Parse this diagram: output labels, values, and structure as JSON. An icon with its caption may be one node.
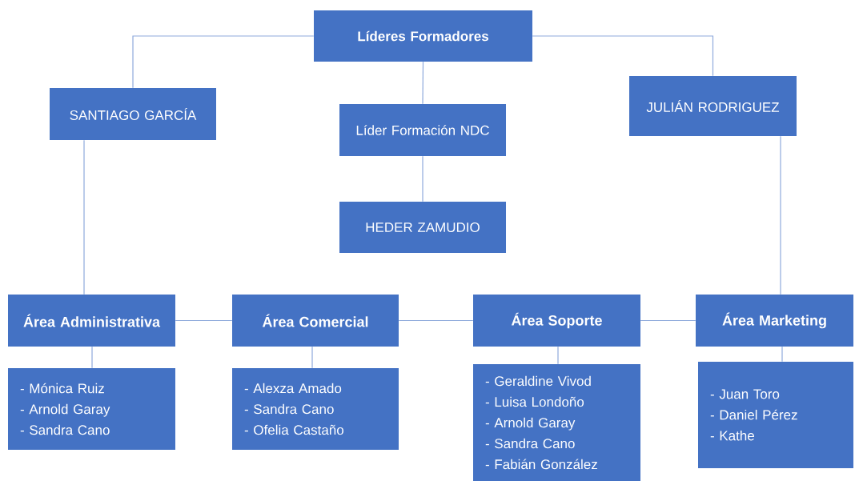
{
  "diagram": {
    "nodes": [
      {
        "text": [
          "Líderes Formadores"
        ]
      },
      {
        "text": [
          "SANTIAGO GARCÍA"
        ]
      },
      {
        "text": [
          "Líder Formación NDC"
        ]
      },
      {
        "text": [
          "JULIÁN RODRIGUEZ"
        ]
      },
      {
        "text": [
          "HEDER ZAMUDIO"
        ]
      },
      {
        "text": [
          "Área Administrativa"
        ]
      },
      {
        "text": [
          "Área Comercial"
        ]
      },
      {
        "text": [
          "Área Soporte"
        ]
      },
      {
        "text": [
          "Área Marketing"
        ]
      },
      {
        "text": [
          "- Mónica Ruiz",
          "- Arnold Garay",
          "- Sandra Cano"
        ]
      },
      {
        "text": [
          "- Alexza Amado",
          "- Sandra Cano",
          "- Ofelia Castaño"
        ]
      },
      {
        "text": [
          "- Geraldine Vivod",
          "- Luisa Londoño",
          "- Arnold Garay",
          "- Sandra Cano",
          "- Fabián González"
        ]
      },
      {
        "text": [
          "- Juan Toro",
          "- Daniel Pérez",
          "- Kathe"
        ]
      }
    ],
    "edges": [
      {
        "from": 0,
        "to": 1,
        "arrow": "none"
      },
      {
        "from": 0,
        "to": 2,
        "arrow": "none"
      },
      {
        "from": 0,
        "to": 3,
        "arrow": "none"
      },
      {
        "from": 2,
        "to": 4,
        "arrow": "none"
      },
      {
        "from": 1,
        "to": 5,
        "arrow": "none"
      },
      {
        "from": 3,
        "to": 8,
        "arrow": "none"
      },
      {
        "from": 5,
        "to": 6,
        "arrow": "none"
      },
      {
        "from": 6,
        "to": 7,
        "arrow": "none"
      },
      {
        "from": 7,
        "to": 8,
        "arrow": "none"
      },
      {
        "from": 5,
        "to": 9,
        "arrow": "none"
      },
      {
        "from": 6,
        "to": 10,
        "arrow": "none"
      },
      {
        "from": 7,
        "to": 11,
        "arrow": "none"
      },
      {
        "from": 8,
        "to": 12,
        "arrow": "none"
      }
    ]
  }
}
